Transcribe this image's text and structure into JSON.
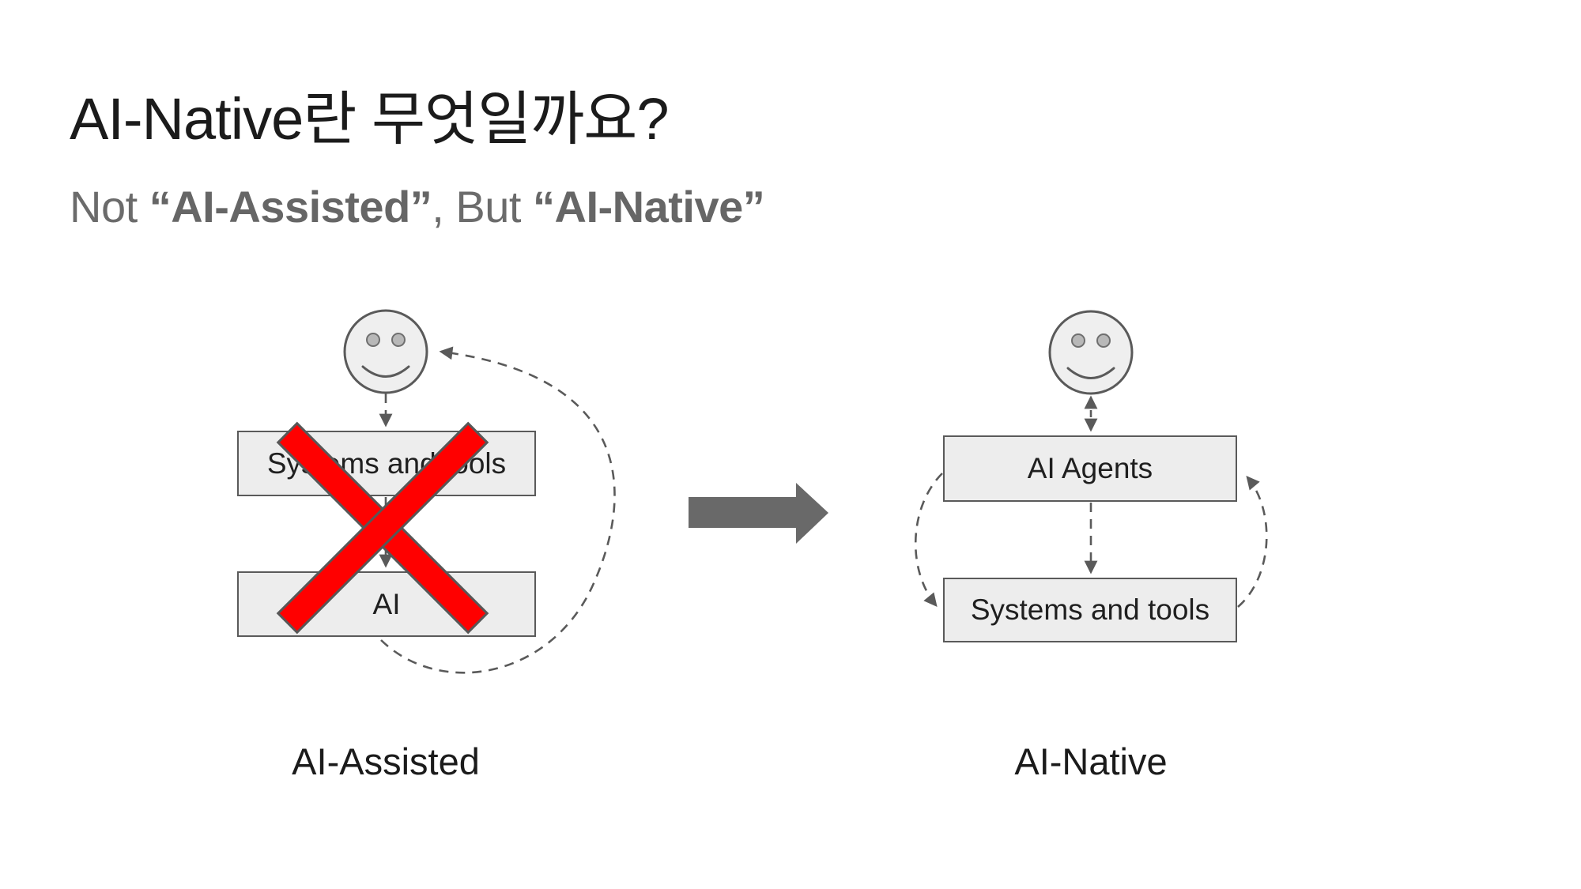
{
  "slide": {
    "title": "AI-Native란 무엇일까요?",
    "subtitle": {
      "part1": "Not ",
      "highlight1": "“AI-Assisted”",
      "part2": ", But ",
      "highlight2": "“AI-Native”"
    }
  },
  "left_diagram": {
    "caption": "AI-Assisted",
    "actor_icon": "smiley-face-icon",
    "box_top": "Systems and tools",
    "box_bottom": "AI",
    "overlay_icon": "red-x-icon"
  },
  "right_diagram": {
    "caption": "AI-Native",
    "actor_icon": "smiley-face-icon",
    "box_top": "AI Agents",
    "box_bottom": "Systems and tools"
  },
  "transition": {
    "icon": "right-arrow-icon"
  },
  "colors": {
    "background": "#ffffff",
    "title_text": "#1b1b1b",
    "subtitle_text": "#6b6b6b",
    "box_fill": "#ededed",
    "box_border": "#5a5a5a",
    "box_text": "#1f1f1f",
    "dashed_stroke": "#5a5a5a",
    "face_fill": "#efefef",
    "cross_red": "#ff0000",
    "transition_arrow": "#696969"
  }
}
